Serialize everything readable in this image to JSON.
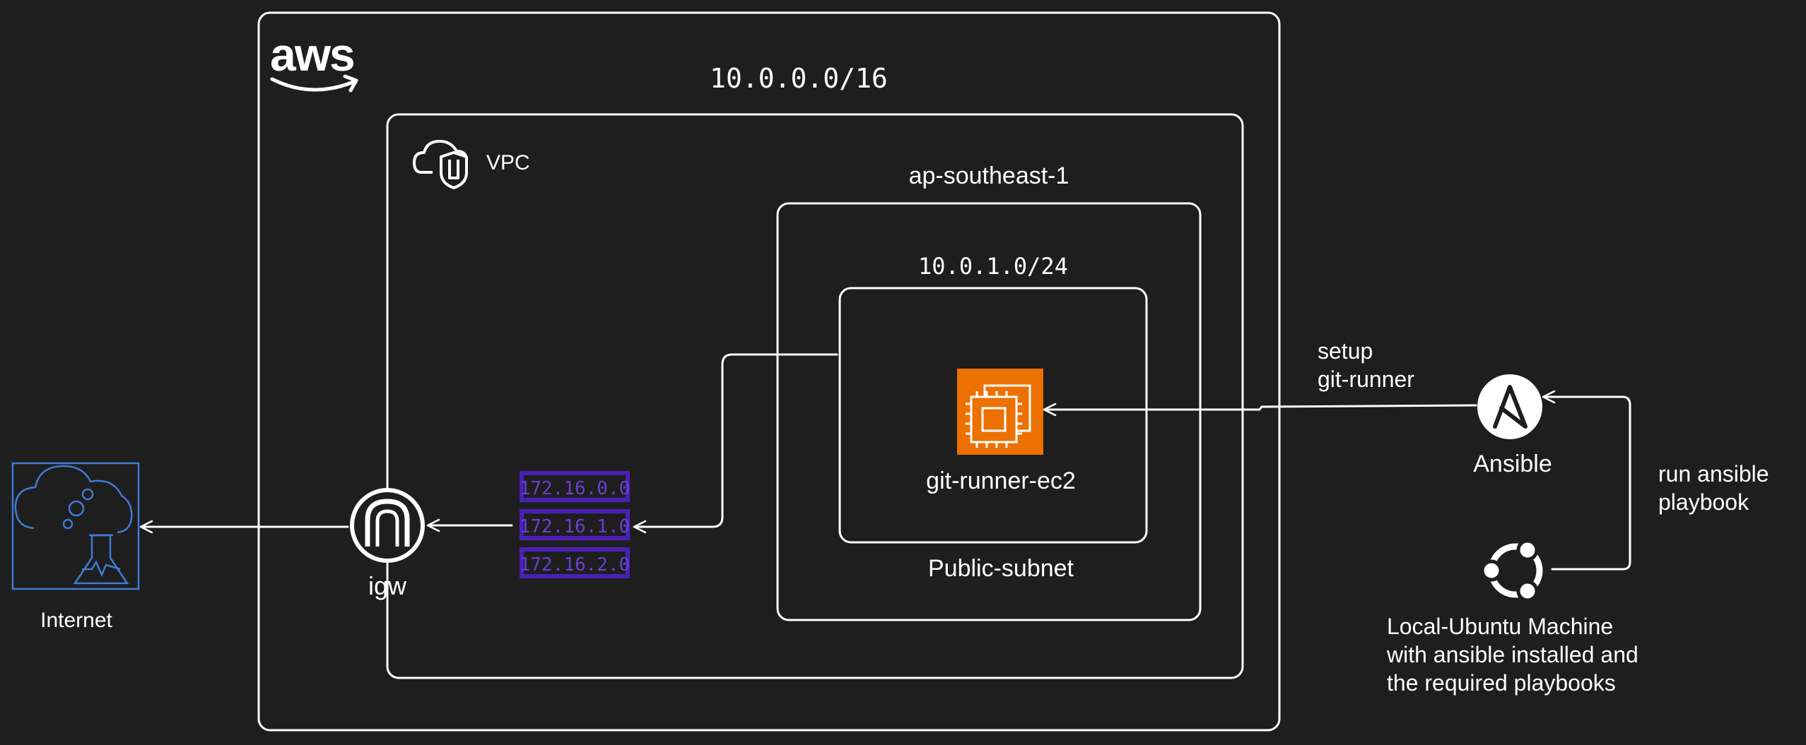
{
  "aws": {
    "logo_text": "aws",
    "cidr": "10.0.0.0/16"
  },
  "vpc": {
    "label": "VPC"
  },
  "region": {
    "label": "ap-southeast-1"
  },
  "subnet": {
    "cidr": "10.0.1.0/24",
    "label": "Public-subnet"
  },
  "ec2": {
    "label": "git-runner-ec2"
  },
  "route_table": {
    "entries": [
      "172.16.0.0",
      "172.16.1.0",
      "172.16.2.0"
    ]
  },
  "igw": {
    "label": "igw"
  },
  "internet": {
    "label": "Internet"
  },
  "ansible": {
    "label": "Ansible"
  },
  "ubuntu": {
    "label_lines": [
      "Local-Ubuntu Machine",
      "with ansible installed and",
      "the required playbooks"
    ]
  },
  "edges": {
    "setup_lines": [
      "setup",
      "git-runner"
    ],
    "run_lines": [
      "run ansible",
      "playbook"
    ]
  },
  "colors": {
    "background": "#1e1e1e",
    "stroke": "#ffffff",
    "ec2_orange": "#ed7100",
    "route_purple": "#4a1fb8",
    "internet_blue": "#3d7bd6"
  },
  "icons": [
    "aws-logo",
    "vpc-cloud-shield-icon",
    "ec2-chip-icon",
    "igw-icon",
    "route-table-icon",
    "internet-cloud-flask-icon",
    "ansible-icon",
    "ubuntu-icon"
  ]
}
